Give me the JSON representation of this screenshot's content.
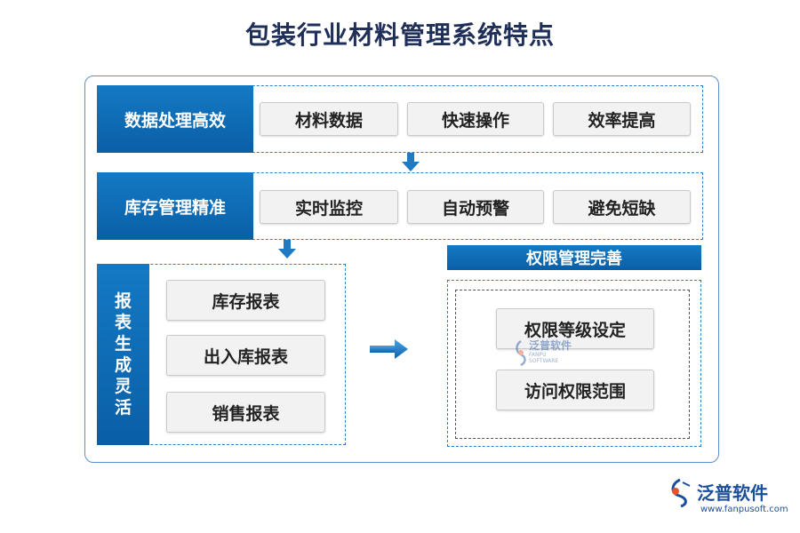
{
  "title": "包装行业材料管理系统特点",
  "sections": [
    {
      "head": "数据处理高效",
      "items": [
        "材料数据",
        "快速操作",
        "效率提高"
      ]
    },
    {
      "head": "库存管理精准",
      "items": [
        "实时监控",
        "自动预警",
        "避免短缺"
      ]
    }
  ],
  "reports": {
    "head": "报表生成灵活",
    "head_chars": [
      "报",
      "表",
      "生",
      "成",
      "灵",
      "活"
    ],
    "items": [
      "库存报表",
      "出入库报表",
      "销售报表"
    ]
  },
  "permission": {
    "head": "权限管理完善",
    "items": [
      "权限等级设定",
      "访问权限范围"
    ]
  },
  "logo": {
    "name": "泛普软件",
    "url": "www.fanpusoft.com"
  },
  "watermark": {
    "name": "泛普软件",
    "sub": "FANPU SOFTWARE"
  },
  "colors": {
    "primary": "#0d6bb5",
    "title": "#1f2f57",
    "chip_bg": "#f2f2f2"
  }
}
